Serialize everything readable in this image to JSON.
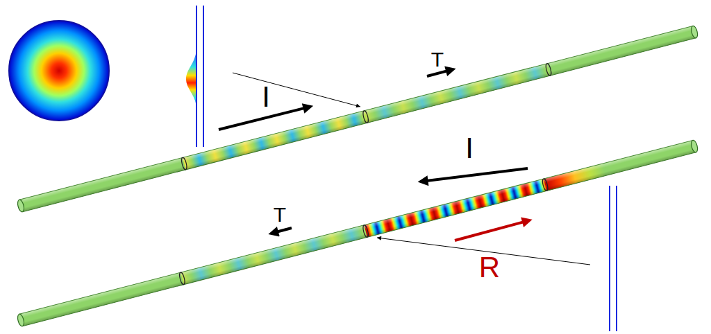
{
  "diagram": {
    "labels": [
      "T",
      "I",
      "I",
      "T",
      "R"
    ]
  }
}
